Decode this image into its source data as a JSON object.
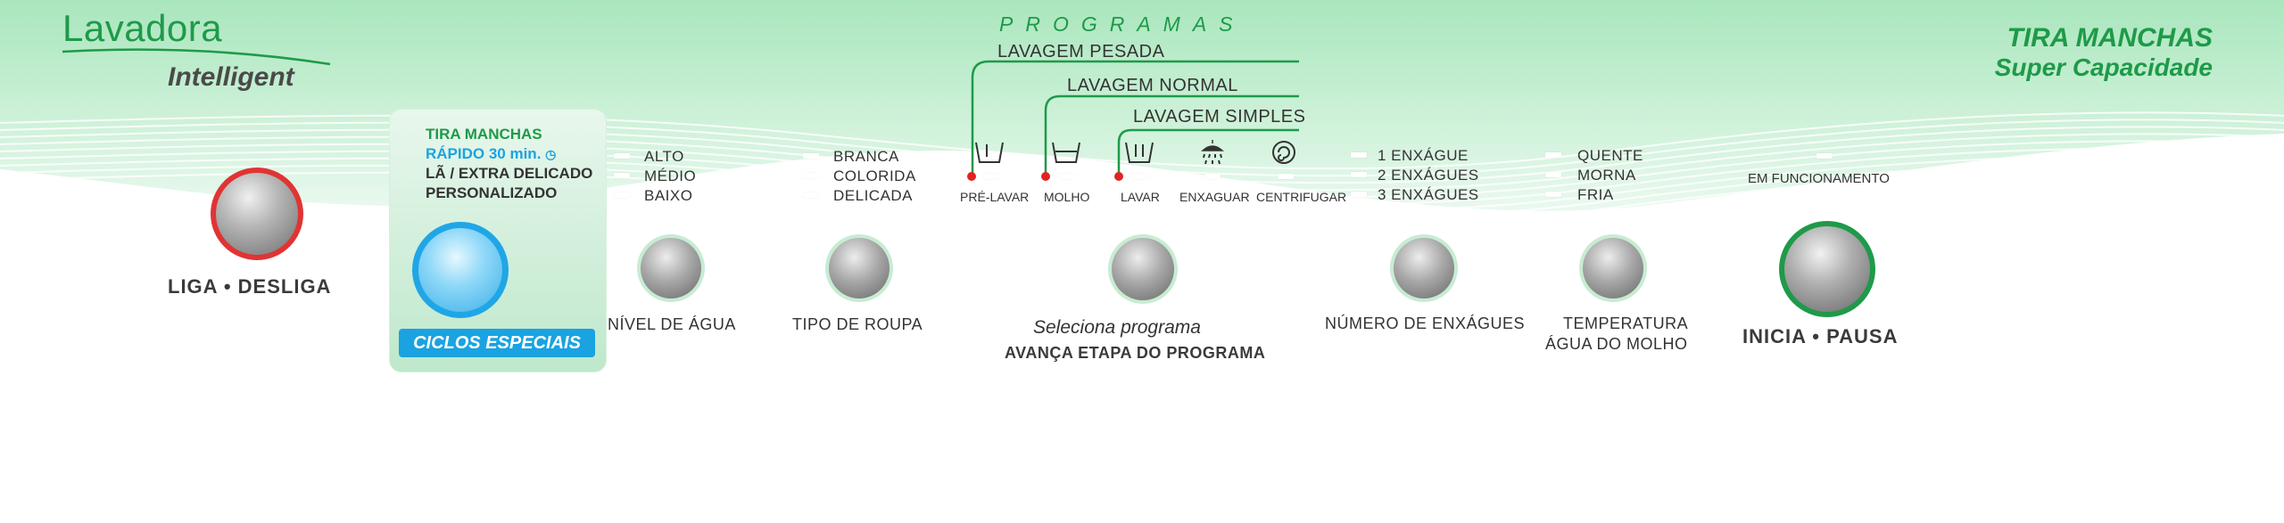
{
  "brand": {
    "name": "Lavadora",
    "model": "Intelligent"
  },
  "badge": {
    "line1": "TIRA MANCHAS",
    "line2": "Super Capacidade"
  },
  "programs": {
    "title": "PROGRAMAS",
    "heavy": "LAVAGEM PESADA",
    "normal": "LAVAGEM NORMAL",
    "simple": "LAVAGEM SIMPLES",
    "steps": [
      "PRÉ-LAVAR",
      "MOLHO",
      "LAVAR",
      "ENXAGUAR",
      "CENTRIFUGAR"
    ],
    "select_label": "Seleciona programa",
    "advance_label": "AVANÇA ETAPA DO PROGRAMA"
  },
  "power": {
    "label": "LIGA • DESLIGA"
  },
  "special_cycles": {
    "options": [
      "TIRA MANCHAS",
      "RÁPIDO 30 min.",
      "LÃ / EXTRA DELICADO",
      "PERSONALIZADO"
    ],
    "button": "CICLOS ESPECIAIS"
  },
  "water_level": {
    "options": [
      "ALTO",
      "MÉDIO",
      "BAIXO"
    ],
    "label": "NÍVEL DE ÁGUA"
  },
  "clothing_type": {
    "options": [
      "BRANCA",
      "COLORIDA",
      "DELICADA"
    ],
    "label": "TIPO  DE ROUPA"
  },
  "rinses": {
    "options": [
      "1  ENXÁGUE",
      "2  ENXÁGUES",
      "3  ENXÁGUES"
    ],
    "label": "NÚMERO DE ENXÁGUES"
  },
  "temperature": {
    "options": [
      "QUENTE",
      "MORNA",
      "FRIA"
    ],
    "label_line1": "TEMPERATURA",
    "label_line2": "ÁGUA DO MOLHO"
  },
  "start": {
    "status": "EM FUNCIONAMENTO",
    "label": "INICIA • PAUSA"
  },
  "colors": {
    "green": "#1e9a49",
    "blue": "#1aa3e0",
    "red": "#e32222"
  }
}
